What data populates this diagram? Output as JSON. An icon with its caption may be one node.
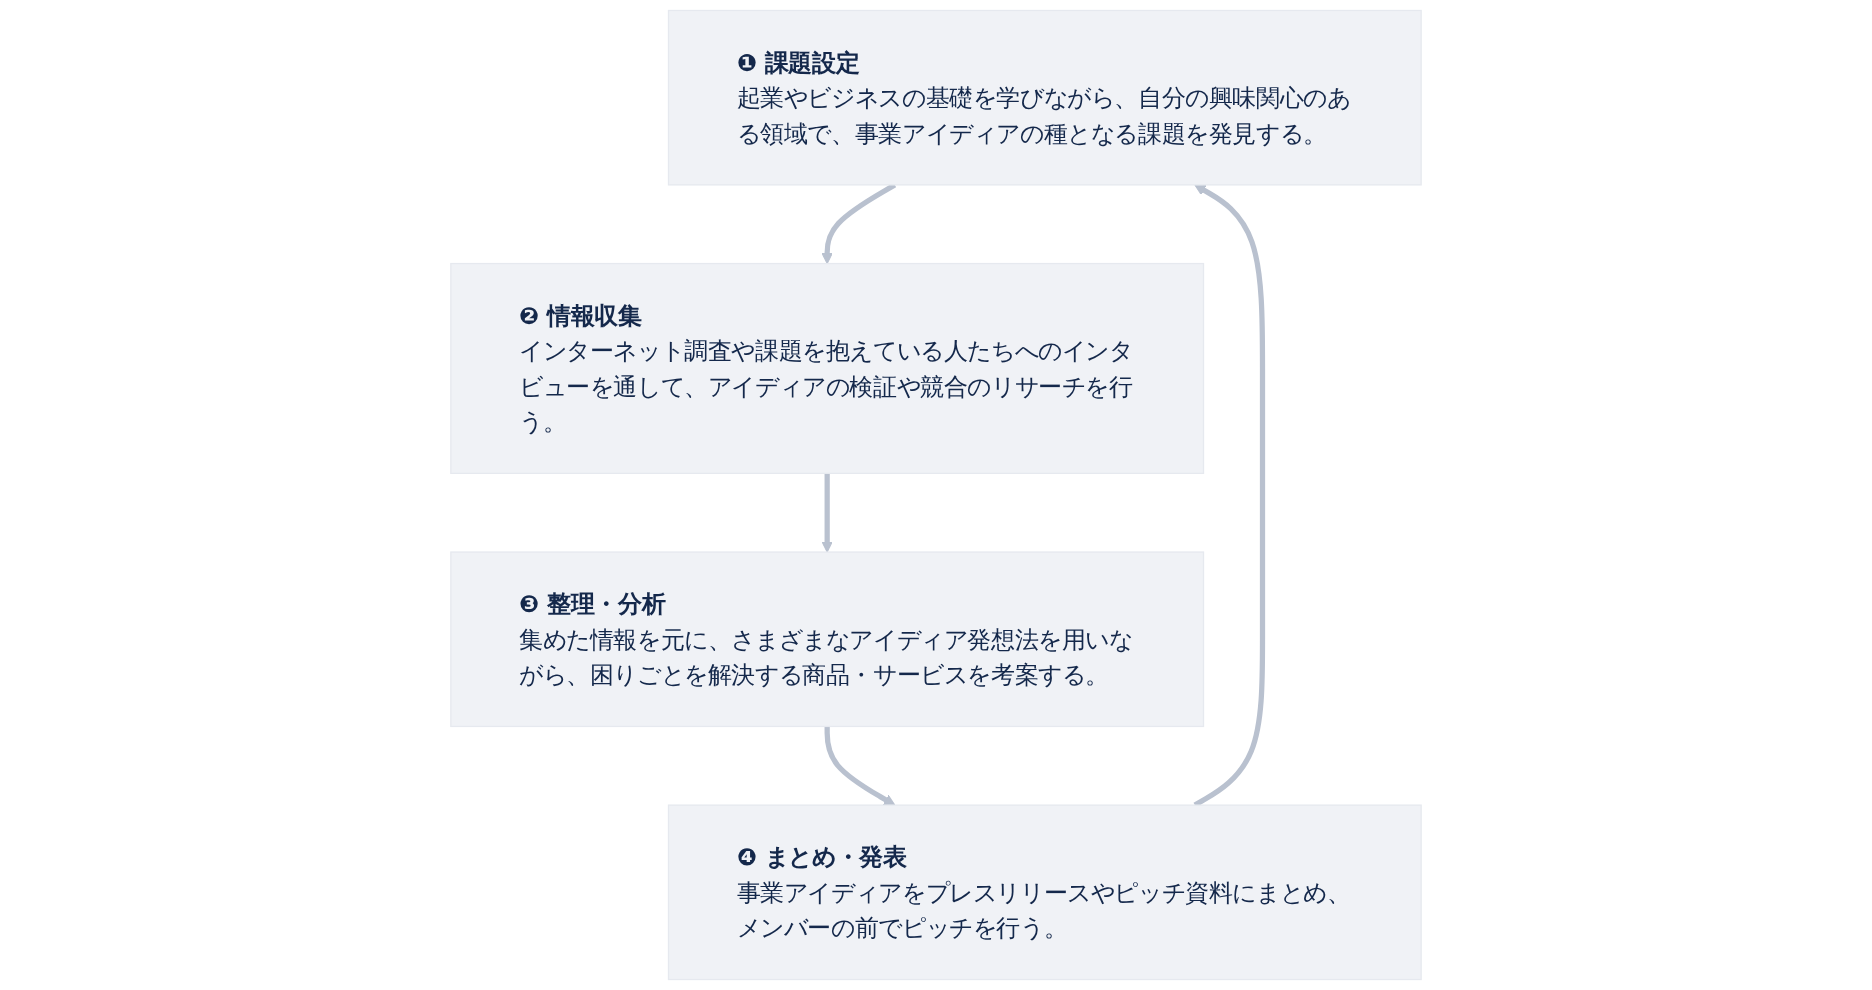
{
  "diagram": {
    "nodes": [
      {
        "text": [
          "❶ 課題設定",
          "起業やビジネスの基礎を学びながら、自分の興味関心のある領域で、事業アイディアの種となる課題を発見する。"
        ]
      },
      {
        "text": [
          "❷ 情報収集",
          "インターネット調査や課題を抱えている人たちへのインタビューを通して、アイディアの検証や競合のリサーチを行う。"
        ]
      },
      {
        "text": [
          "❸ 整理・分析",
          "集めた情報を元に、さまざまなアイディア発想法を用いながら、困りごとを解決する商品・サービスを考案する。"
        ]
      },
      {
        "text": [
          "❹ まとめ・発表",
          "事業アイディアをプレスリリースやピッチ資料にまとめ、メンバーの前でピッチを行う。"
        ]
      }
    ],
    "edges": [
      {
        "from": 0,
        "to": 1,
        "arrow": "to"
      },
      {
        "from": 1,
        "to": 2,
        "arrow": "to"
      },
      {
        "from": 2,
        "to": 3,
        "arrow": "to"
      },
      {
        "from": 3,
        "to": 0,
        "arrow": "to"
      }
    ]
  }
}
